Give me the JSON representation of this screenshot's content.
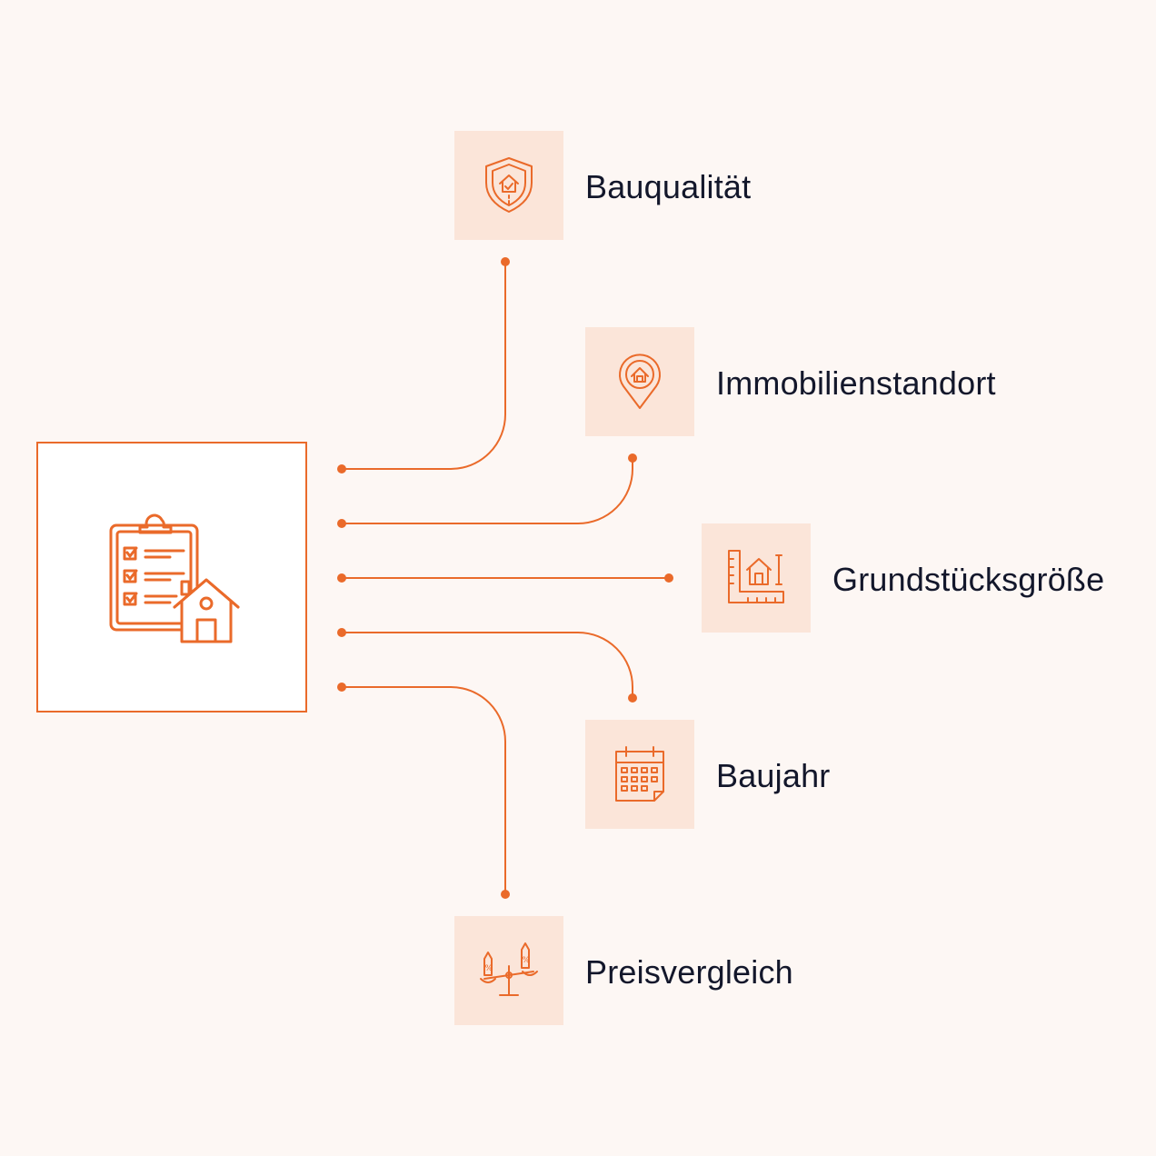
{
  "accent_color": "#ea6a2a",
  "tile_color": "#fbe5d9",
  "text_color": "#13172b",
  "center": {
    "icon": "clipboard-house-icon"
  },
  "factors": [
    {
      "label": "Bauqualität",
      "icon": "shield-house-icon"
    },
    {
      "label": "Immobilienstandort",
      "icon": "location-pin-house-icon"
    },
    {
      "label": "Grundstücksgröße",
      "icon": "ruler-house-icon"
    },
    {
      "label": "Baujahr",
      "icon": "calendar-icon"
    },
    {
      "label": "Preisvergleich",
      "icon": "price-scale-icon"
    }
  ]
}
